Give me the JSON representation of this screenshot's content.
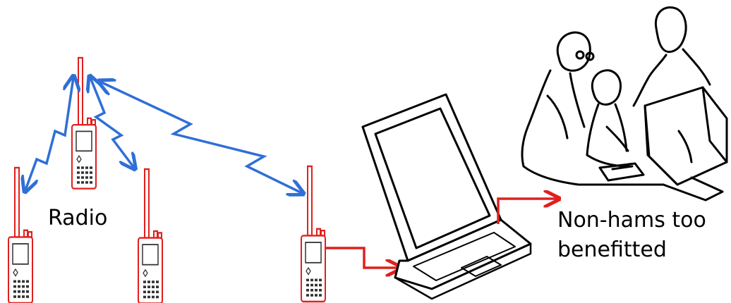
{
  "labels": {
    "radio": "Radio",
    "users_line1": "Non-hams too",
    "users_line2": "benefitted"
  },
  "colors": {
    "radio": "#e0201e",
    "wireless": "#2f6fd6",
    "wire": "#e0201e",
    "ink": "#000000"
  },
  "icons": [
    "handheld-radio-icon",
    "laptop-icon",
    "people-at-computer-icon"
  ]
}
